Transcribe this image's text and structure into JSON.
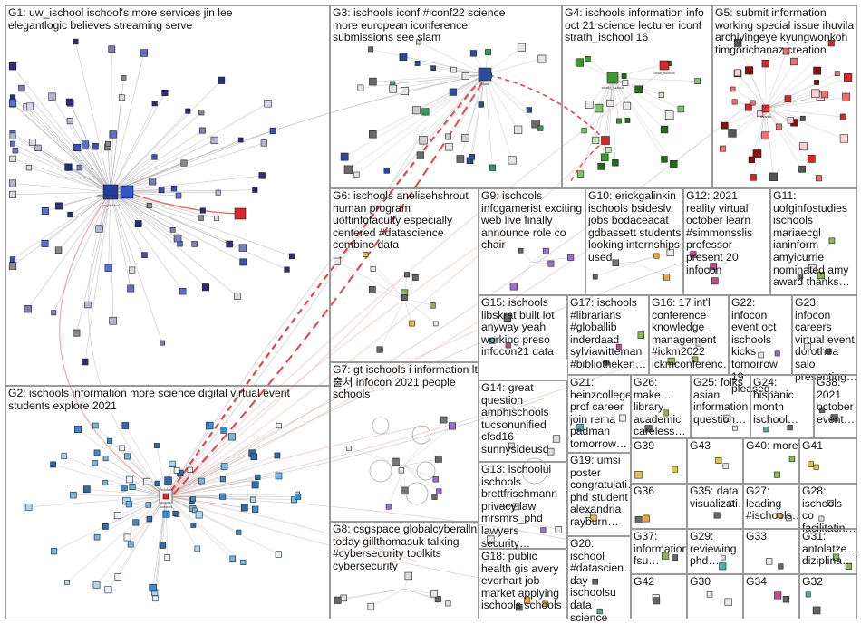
{
  "groups": [
    {
      "id": "G1",
      "label": "G1: uw_ischool ischool's more services jin lee elegantlogic believes streaming serve"
    },
    {
      "id": "G2",
      "label": "G2: ischools information more science digital virtual event students explore 2021"
    },
    {
      "id": "G3",
      "label": "G3: ischools iconf #iconf22 science more european iconference submissions see slam"
    },
    {
      "id": "G4",
      "label": "G4: ischools information info oct 21 science lecturer iconf strath_ischool 16"
    },
    {
      "id": "G5",
      "label": "G5: submit information working special issue ihuvila archivingeye kyungwonkoh timgorichanaz creation"
    },
    {
      "id": "G6",
      "label": "G6: ischools anelisehshrout human program uoftinfofaculty especially centered #datascience combine data"
    },
    {
      "id": "G7",
      "label": "G7: gt ischools i information lt 출처 infocon 2021 people schools"
    },
    {
      "id": "G8",
      "label": "G8: csgspace globalcyberalln today gillthomasuk talking #cybersecurity toolkits cybersecurity"
    },
    {
      "id": "G9",
      "label": "G9: ischools infogamerist exciting web live finally announce role co chair"
    },
    {
      "id": "G10",
      "label": "G10: erickgalinkin ischools bsideslv jobs bodaceacat gdbassett students looking internships used"
    },
    {
      "id": "G11",
      "label": "G11: uofginfostudies ischools mariaecgl ianinform amyicurrie nominated amy award thanks…"
    },
    {
      "id": "G12",
      "label": "G12: 2021 reality virtual october learn #simmonsslis professor present 20 infocon"
    },
    {
      "id": "G13",
      "label": "G13: ischoolui ischools brettfrischmann privacy law mrsmrs_phd lawyers security…"
    },
    {
      "id": "G14",
      "label": "G14: great question amphischools tucsonunified cfsd16 sunnysideusd"
    },
    {
      "id": "G15",
      "label": "G15: ischools libskrat built lot anyway yeah working preso infocon21 data"
    },
    {
      "id": "G16",
      "label": "G16: 17 int'l conference knowledge management #ickm2022 ickmconferenc…"
    },
    {
      "id": "G17",
      "label": "G17: ischools #librarians #globallib inderdaad sylviawitteman #bibliotheken…"
    },
    {
      "id": "G18",
      "label": "G18: public health gis avery everhart job market applying ischools schools"
    },
    {
      "id": "G19",
      "label": "G19: umsi poster congratulati… phd student alexandria rayburn…"
    },
    {
      "id": "G20",
      "label": "G20: ischool #datascien… day ischoolsu data science"
    },
    {
      "id": "G21",
      "label": "G21: heinzcollege prof career join rema padman tomorrow…"
    },
    {
      "id": "G22",
      "label": "G22: infocon event oct ischools kicks tomorrow 19 pleased…"
    },
    {
      "id": "G23",
      "label": "G23: infocon careers virtual event dorothea salo presenting…"
    },
    {
      "id": "G24",
      "label": "G24: hispanic month ischool…"
    },
    {
      "id": "G25",
      "label": "G25: folks asian information question…"
    },
    {
      "id": "G26",
      "label": "G26: make… library academic careless…"
    },
    {
      "id": "G27",
      "label": "G27: leading #ischools…"
    },
    {
      "id": "G28",
      "label": "G28: ischools co facilitatin…"
    },
    {
      "id": "G29",
      "label": "G29: reviewing phd…"
    },
    {
      "id": "G30",
      "label": "G30"
    },
    {
      "id": "G31",
      "label": "G31: antolatze… diziplina…"
    },
    {
      "id": "G32",
      "label": "G32"
    },
    {
      "id": "G33",
      "label": "G33"
    },
    {
      "id": "G34",
      "label": "G34"
    },
    {
      "id": "G35",
      "label": "G35: data visualizati…"
    },
    {
      "id": "G36",
      "label": "G36"
    },
    {
      "id": "G37",
      "label": "G37: information fsu…"
    },
    {
      "id": "G38",
      "label": "G38: 2021 october event…"
    },
    {
      "id": "G39",
      "label": "G39"
    },
    {
      "id": "G40",
      "label": "G40: more"
    },
    {
      "id": "G41",
      "label": "G41"
    },
    {
      "id": "G42",
      "label": "G42"
    },
    {
      "id": "G43",
      "label": "G43"
    }
  ],
  "hub_labels": [
    {
      "text": "uw_ischool",
      "group": "G1"
    },
    {
      "text": "elegantlogic",
      "group": "G1"
    },
    {
      "text": "ischools",
      "group": "G2"
    },
    {
      "text": "iconf",
      "group": "G3"
    },
    {
      "text": "strath_ischool",
      "group": "G4"
    },
    {
      "text": "ihuvila",
      "group": "G5"
    },
    {
      "text": "sunnysideusd",
      "group": "G14"
    },
    {
      "text": "ucsb_ischool",
      "group": "G4"
    }
  ],
  "colors": {
    "background": "#ffffff",
    "grid_border": "#9a9a9a",
    "edge_gray": "#b4b4b4",
    "edge_red": "#e44444",
    "edge_pink": "#f0a8a8",
    "hub_blue": "#1f3d9a",
    "hub_red": "#d62828",
    "hub_green": "#3a9b2a"
  }
}
